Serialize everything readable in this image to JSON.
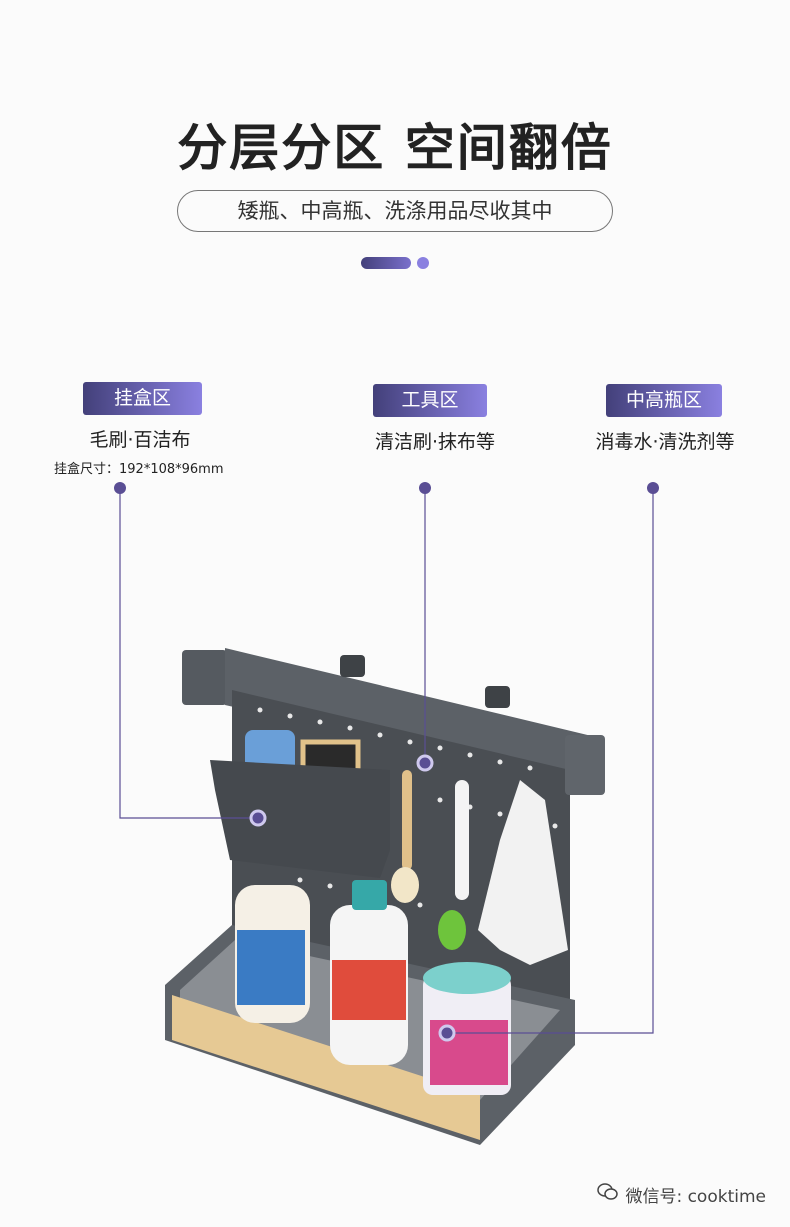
{
  "header": {
    "title": "分层分区 空间翻倍",
    "subtitle": "矮瓶、中高瓶、洗涤用品尽收其中"
  },
  "zones": [
    {
      "tag": "挂盒区",
      "desc": "毛刷·百洁布",
      "size": "挂盒尺寸：192*108*96mm"
    },
    {
      "tag": "工具区",
      "desc": "清洁刷·抹布等"
    },
    {
      "tag": "中高瓶区",
      "desc": "消毒水·清洗剂等"
    }
  ],
  "watermark": {
    "icon": "wechat-icon",
    "text": "微信号: cooktime"
  },
  "colors": {
    "accent_dark": "#43407a",
    "accent_light": "#8a80e0",
    "line": "#5a4e94"
  }
}
